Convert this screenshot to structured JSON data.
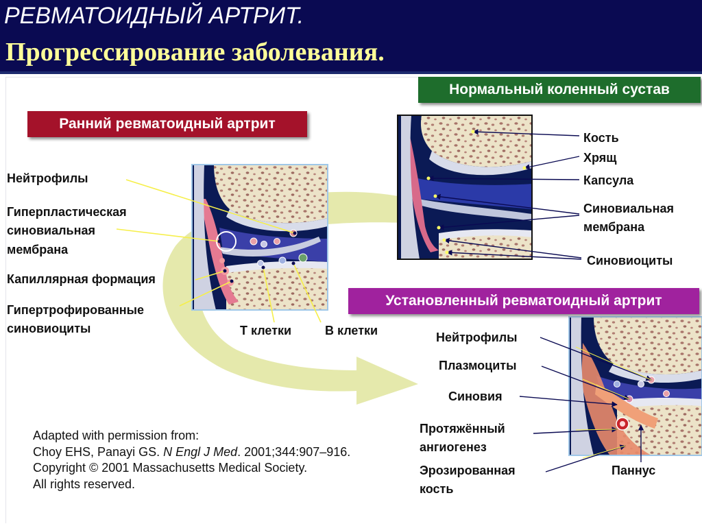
{
  "header": {
    "title": "РЕВМАТОИДНЫЙ АРТРИТ.",
    "subtitle": "Прогрессирование заболевания."
  },
  "badges": {
    "normal": "Нормальный коленный сустав",
    "early": "Ранний ревматоидный артрит",
    "established": "Установленный ревматоидный артрит"
  },
  "colors": {
    "header_bg": "#0a0a52",
    "subtitle": "#ffff99",
    "normal_badge": "#1e6d2c",
    "early_badge": "#a4122a",
    "established_badge": "#a0229e",
    "arrow": "#e4e8a8"
  },
  "early_labels": {
    "neutrophils": "Нейтрофилы",
    "hyperplastic_1": "Гиперпластическая",
    "hyperplastic_2": "синовиальная",
    "hyperplastic_3": "мембрана",
    "capillary": "Капиллярная формация",
    "hypertrophied_1": "Гипертрофированные",
    "hypertrophied_2": "синовиоциты",
    "t_cells": "T клетки",
    "b_cells": "B клетки"
  },
  "normal_labels": {
    "bone": "Кость",
    "cartilage": "Хрящ",
    "capsule": "Капсула",
    "synovial_1": "Синовиальная",
    "synovial_2": "мембрана",
    "synoviocytes": "Синовиоциты"
  },
  "established_labels": {
    "neutrophils": "Нейтрофилы",
    "plasmocytes": "Плазмоциты",
    "synovia": "Синовия",
    "angiogenesis_1": "Протяжённый",
    "angiogenesis_2": "ангиогенез",
    "eroded_1": "Эрозированная",
    "eroded_2": "кость",
    "pannus": "Паннус"
  },
  "credit": {
    "line1": "Adapted with permission from:",
    "line2_a": "Choy EHS, Panayi GS. ",
    "line2_journal": "N Engl J Med",
    "line2_b": ". 2001;344:907–916.",
    "line3": "Copyright © 2001 Massachusetts Medical Society.",
    "line4": "All rights reserved."
  }
}
